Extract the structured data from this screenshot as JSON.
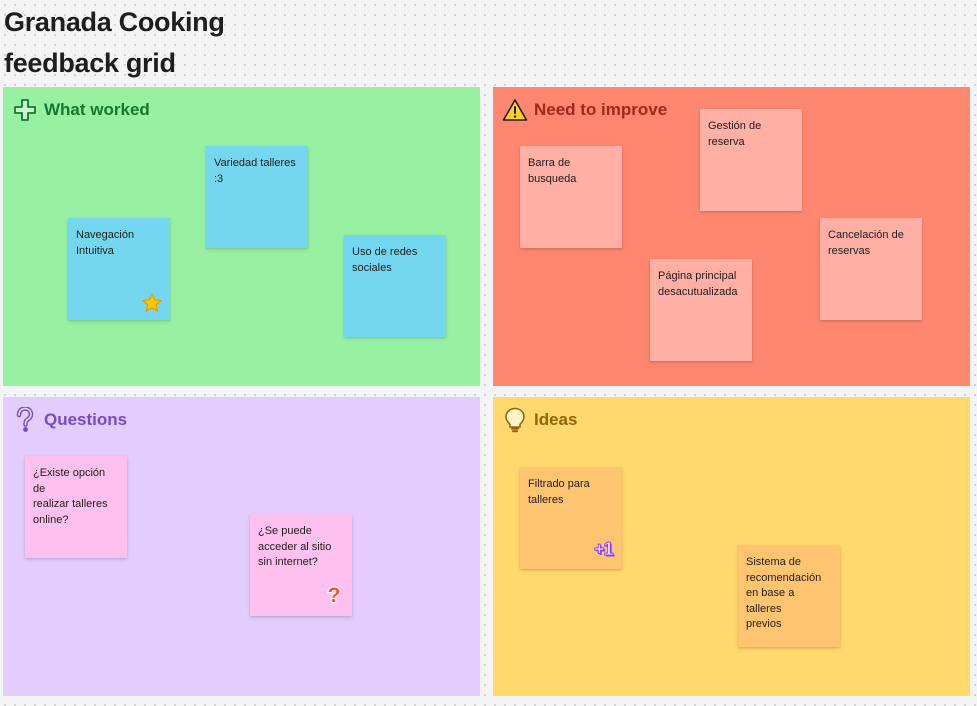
{
  "board": {
    "title_line1": "Granada Cooking",
    "title_line2": "feedback grid"
  },
  "sections": {
    "worked": {
      "title": "What worked",
      "icon": "plus-icon",
      "color": "#98f1a3"
    },
    "improve": {
      "title": "Need to improve",
      "icon": "warning-icon",
      "color": "#ff8770"
    },
    "questions": {
      "title": "Questions",
      "icon": "question-icon",
      "color": "#e2cdfd"
    },
    "ideas": {
      "title": "Ideas",
      "icon": "lightbulb-icon",
      "color": "#ffd96e"
    }
  },
  "notes": {
    "worked": [
      {
        "text": "Navegación\nIntuitiva",
        "sticker": "star-icon"
      },
      {
        "text": "Variedad talleres\n:3"
      },
      {
        "text": "Uso de redes\nsociales"
      }
    ],
    "improve": [
      {
        "text": "Barra de\nbusqueda"
      },
      {
        "text": "Gestión de\nreserva"
      },
      {
        "text": "Página principal\ndesacutualizada"
      },
      {
        "text": "Cancelación de\nreservas"
      }
    ],
    "questions": [
      {
        "text": "¿Existe opción de\nrealizar talleres\nonline?"
      },
      {
        "text": "¿Se puede\nacceder al sitio\nsin internet?",
        "sticker": "question-mark-icon"
      }
    ],
    "ideas": [
      {
        "text": "Filtrado para\ntalleres",
        "sticker": "+1"
      },
      {
        "text": "Sistema de\nrecomendación\nen base a talleres\nprevios"
      }
    ]
  },
  "colors": {
    "note_blue": "#74d7ef",
    "note_salmon": "#ffafa3",
    "note_pink": "#fec0ee",
    "note_orange": "#ffc470"
  }
}
